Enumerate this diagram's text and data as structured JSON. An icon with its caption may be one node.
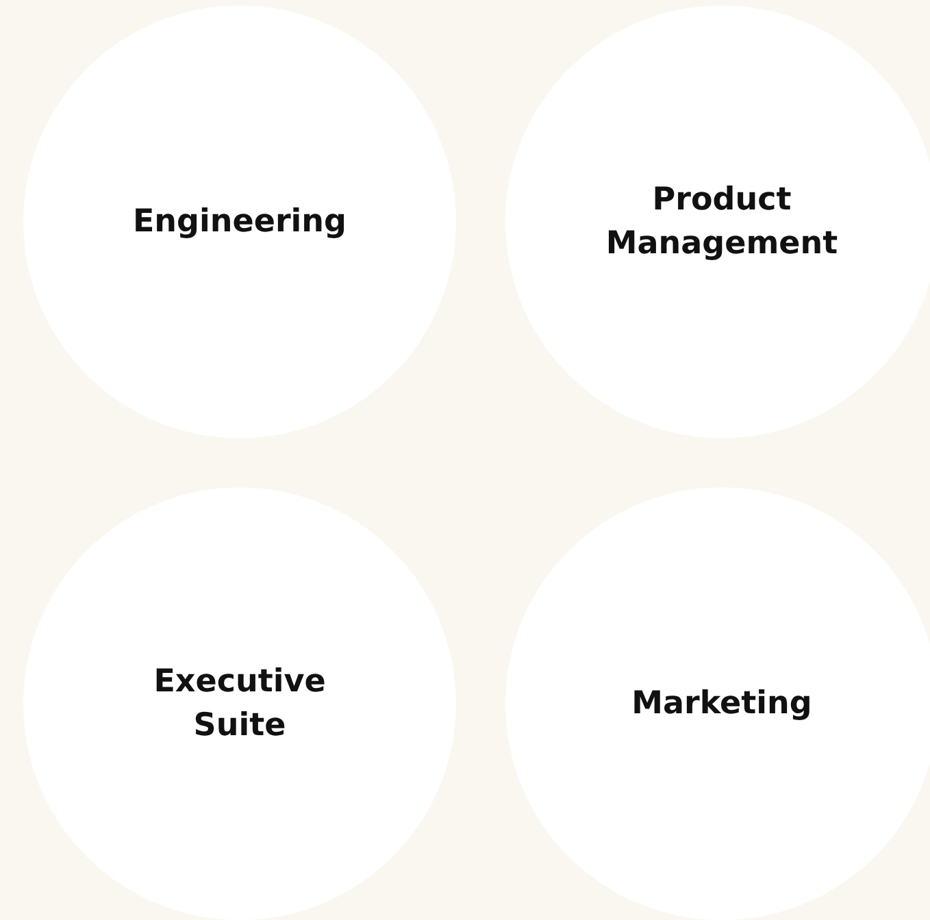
{
  "diagram": {
    "nodes": [
      {
        "text": [
          "Engineering"
        ]
      },
      {
        "text": [
          "Product Management"
        ]
      },
      {
        "text": [
          "Executive Suite"
        ]
      },
      {
        "text": [
          "Marketing"
        ]
      }
    ]
  }
}
